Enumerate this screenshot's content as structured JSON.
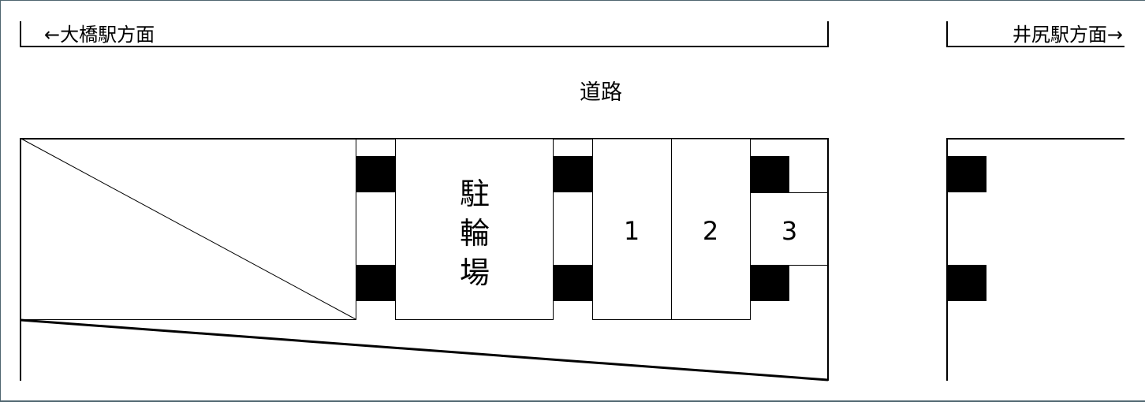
{
  "diagram": {
    "type": "site-map",
    "directions": {
      "left": "←大橋駅方面",
      "right": "井尻駅方面→"
    },
    "road_label": "道路",
    "bicycle_parking_label": "駐輪場",
    "lots": [
      {
        "number": "1"
      },
      {
        "number": "2"
      },
      {
        "number": "3"
      }
    ],
    "colors": {
      "line": "#000000",
      "fill_block": "#000000",
      "background": "#ffffff",
      "frame": "#4f6670"
    }
  }
}
